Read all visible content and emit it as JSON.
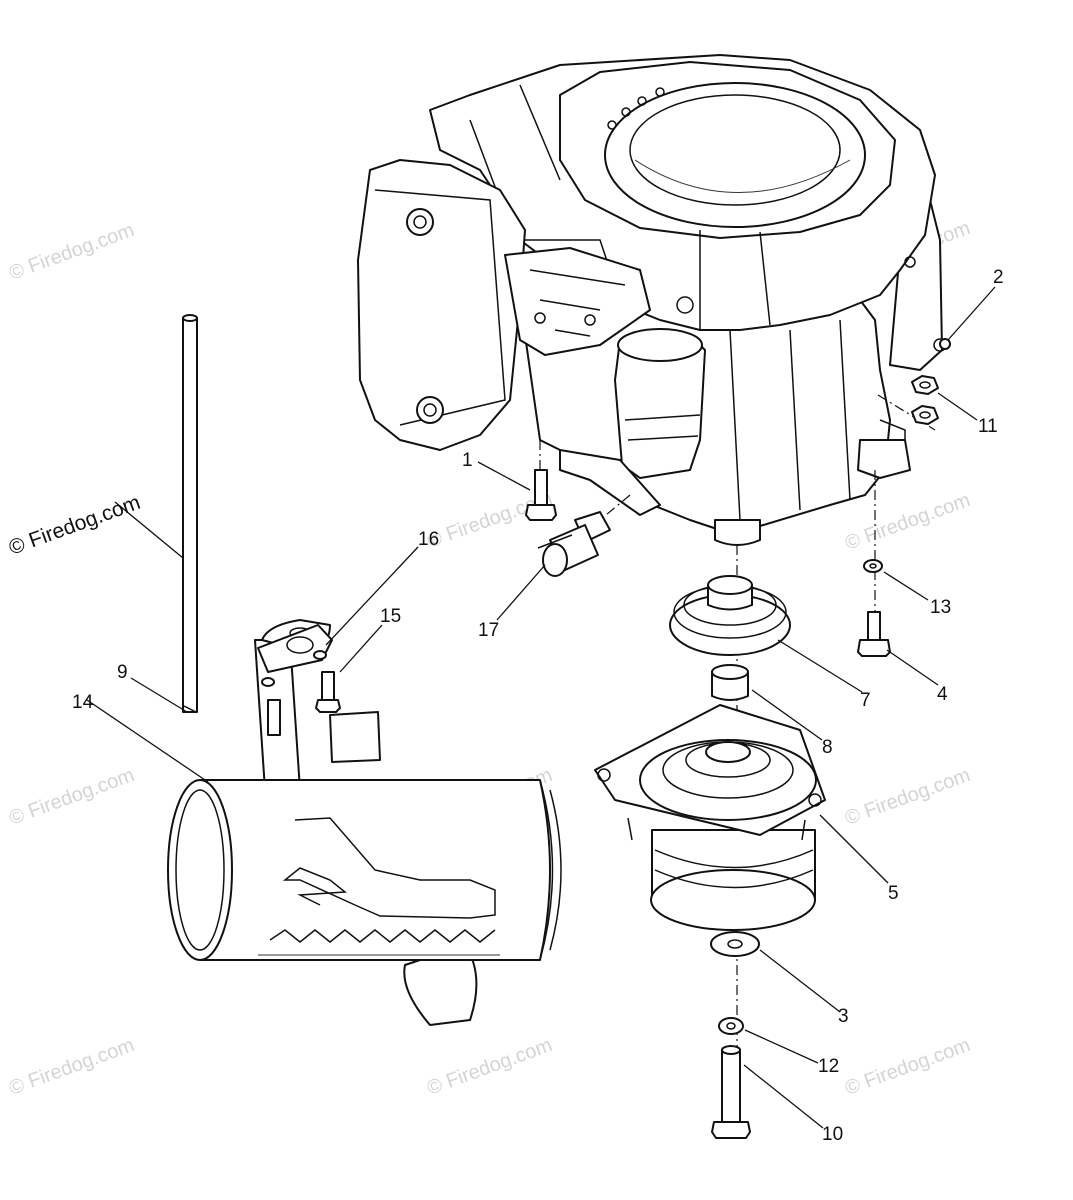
{
  "watermarks": {
    "text": "© Firedog.com",
    "dark_text": "© Firedog.com"
  },
  "callouts": [
    {
      "id": "1",
      "label": "1"
    },
    {
      "id": "2",
      "label": "2"
    },
    {
      "id": "3",
      "label": "3"
    },
    {
      "id": "4",
      "label": "4"
    },
    {
      "id": "5",
      "label": "5"
    },
    {
      "id": "7",
      "label": "7"
    },
    {
      "id": "8",
      "label": "8"
    },
    {
      "id": "9",
      "label": "9"
    },
    {
      "id": "10",
      "label": "10"
    },
    {
      "id": "11",
      "label": "11"
    },
    {
      "id": "12",
      "label": "12"
    },
    {
      "id": "13",
      "label": "13"
    },
    {
      "id": "14",
      "label": "14"
    },
    {
      "id": "15",
      "label": "15"
    },
    {
      "id": "16",
      "label": "16"
    },
    {
      "id": "17",
      "label": "17"
    }
  ]
}
